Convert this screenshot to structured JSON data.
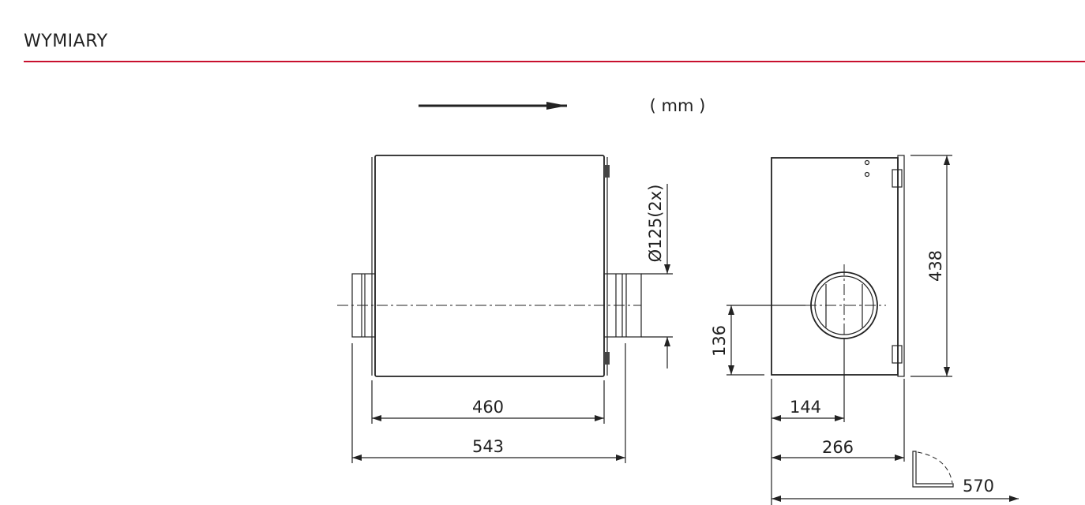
{
  "header": {
    "title": "WYMIARY",
    "accent_color": "#c8102e"
  },
  "drawing": {
    "units_label": "( mm )",
    "flow_direction": "right",
    "side_view": {
      "length_body": "460",
      "length_total": "543",
      "duct_diameter": "Ø125(2x)"
    },
    "front_view": {
      "height": "438",
      "axis_height": "136",
      "axis_offset": "144",
      "depth": "266",
      "depth_with_door": "570"
    }
  }
}
